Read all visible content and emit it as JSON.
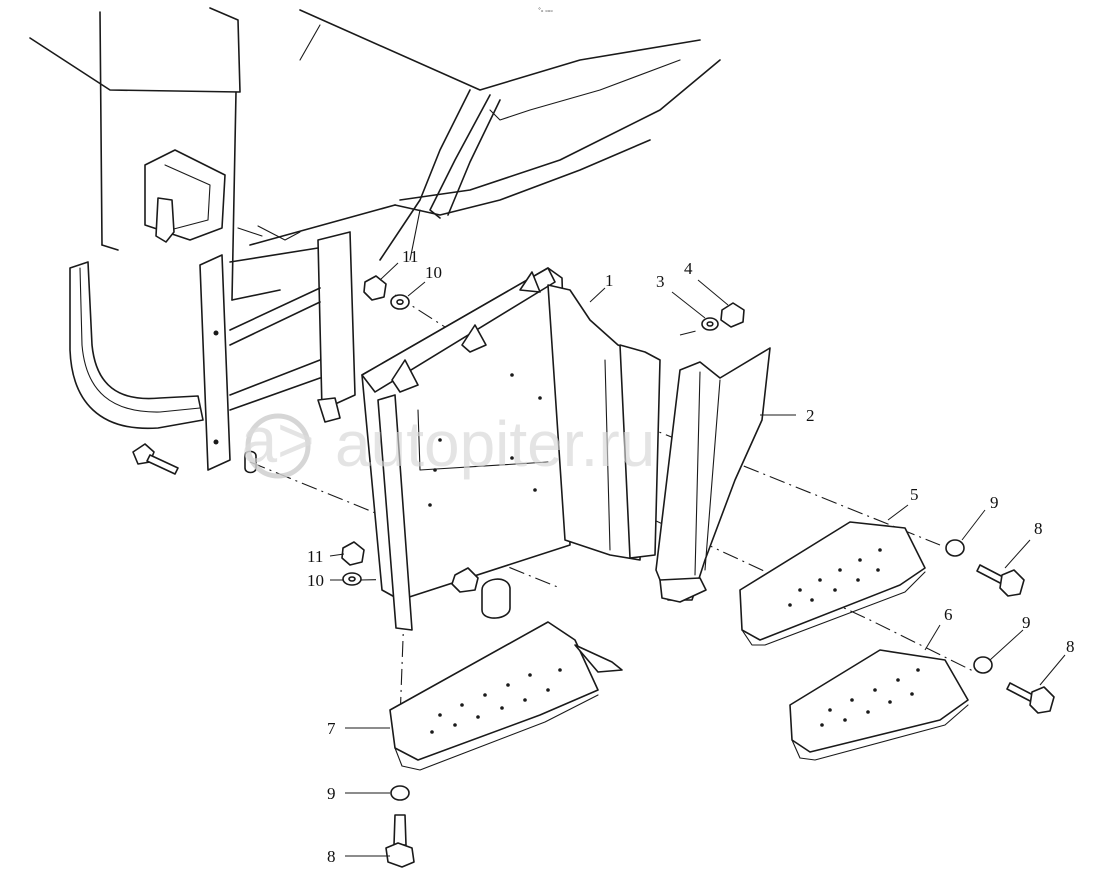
{
  "header_mark": "°ₒ ₒₒₒ",
  "watermark": {
    "text": "autopiter.ru",
    "logo_glyph": "a>"
  },
  "callouts": [
    {
      "id": "1",
      "part": "bracket-1"
    },
    {
      "id": "2",
      "part": "bracket-2"
    },
    {
      "id": "3",
      "part": "washer-3"
    },
    {
      "id": "4",
      "part": "nut-4"
    },
    {
      "id": "5",
      "part": "step-5"
    },
    {
      "id": "6",
      "part": "step-6"
    },
    {
      "id": "7",
      "part": "step-7"
    },
    {
      "id": "8",
      "part": "bolt-8-a"
    },
    {
      "id": "8",
      "part": "bolt-8-b"
    },
    {
      "id": "8",
      "part": "bolt-8-c"
    },
    {
      "id": "9",
      "part": "washer-9-a"
    },
    {
      "id": "9",
      "part": "washer-9-b"
    },
    {
      "id": "9",
      "part": "washer-9-c"
    },
    {
      "id": "10",
      "part": "washer-10-a"
    },
    {
      "id": "10",
      "part": "washer-10-b"
    },
    {
      "id": "11",
      "part": "nut-11-a"
    },
    {
      "id": "11",
      "part": "nut-11-b"
    }
  ]
}
